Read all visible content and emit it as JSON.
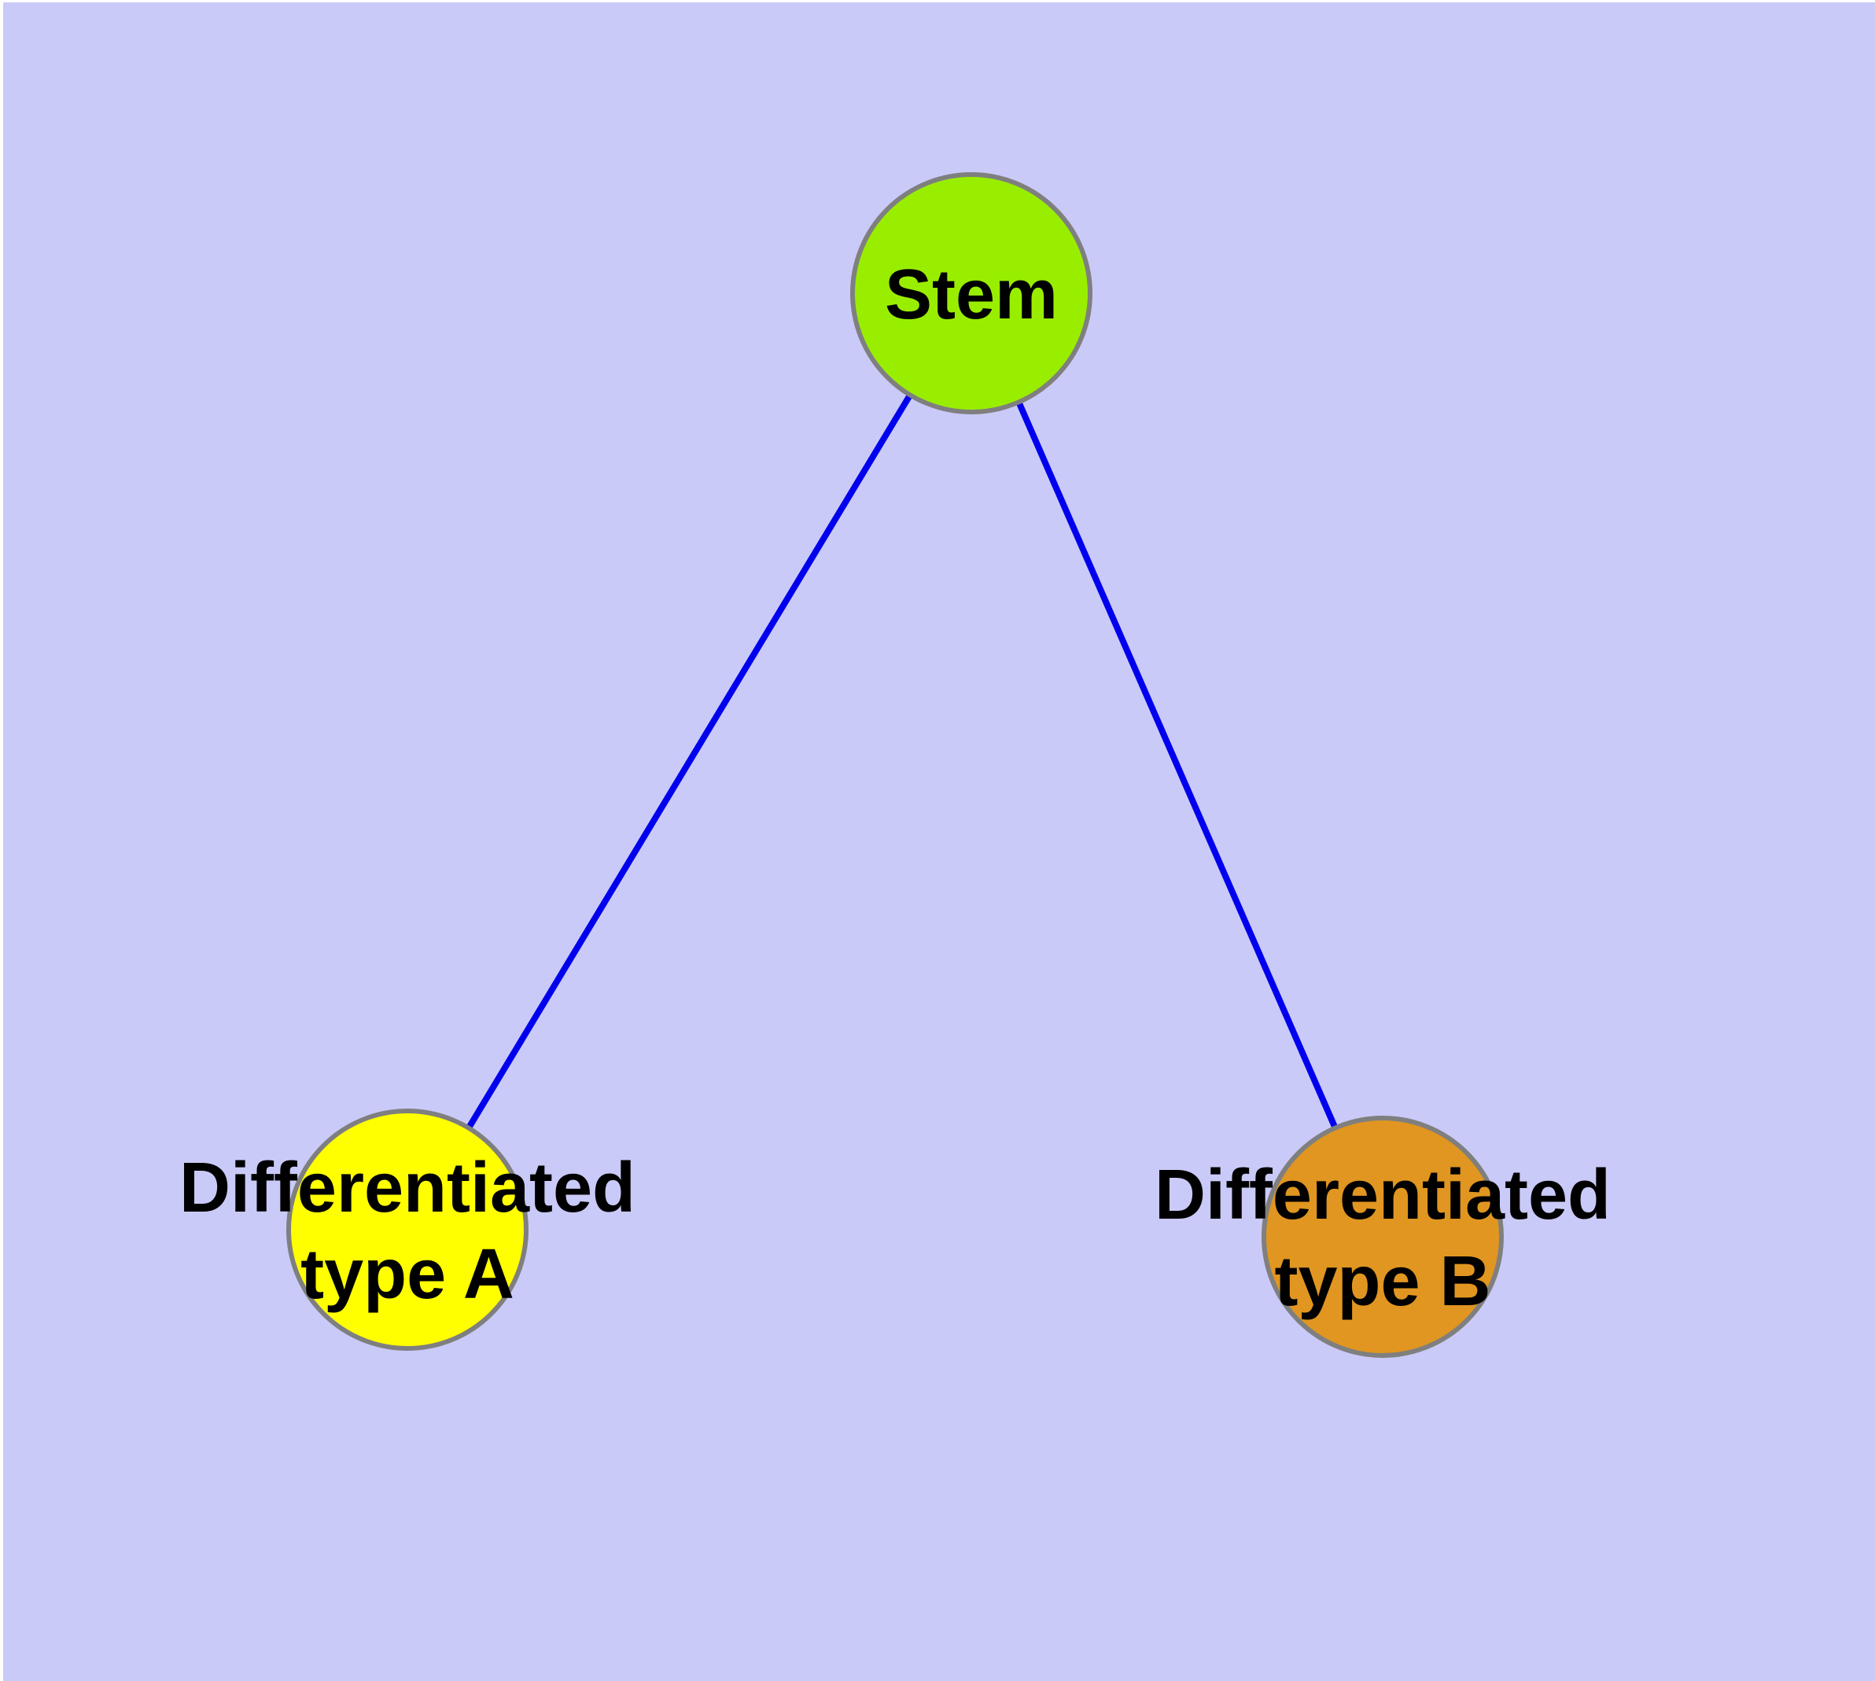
{
  "diagram": {
    "type": "node-link-graph",
    "background_color": "#CACAF8",
    "margin_color": "#FFFFFF",
    "node_border_color": "#7F7F7F",
    "edge_color": "#0000EE",
    "text_color": "#000000",
    "nodes": {
      "stem": {
        "label": "Stem",
        "fill": "#99EE00"
      },
      "type_a": {
        "label": "Differentiated type A",
        "line1": "Differentiated",
        "line2": "type A",
        "fill": "#FFFF00"
      },
      "type_b": {
        "label": "Differentiated type B",
        "line1": "Differentiated",
        "line2": "type B",
        "fill": "#E09620"
      }
    },
    "edges": [
      {
        "from": "Stem",
        "to": "Differentiated type A"
      },
      {
        "from": "Stem",
        "to": "Differentiated type B"
      }
    ]
  }
}
